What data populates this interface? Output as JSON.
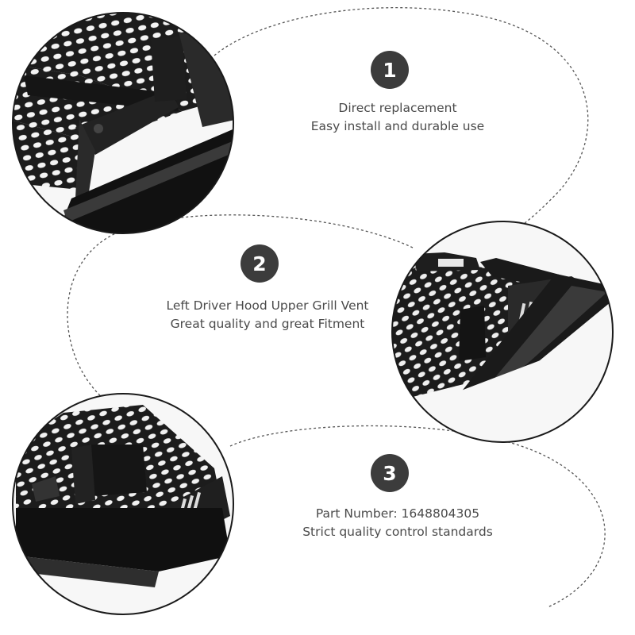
{
  "features": [
    {
      "number": "1",
      "line1": "Direct replacement",
      "line2": "Easy install and durable use"
    },
    {
      "number": "2",
      "line1": "Left Driver Hood Upper Grill Vent",
      "line2": "Great quality and great Fitment"
    },
    {
      "number": "3",
      "line1": "Part Number: 1648804305",
      "line2": "Strict quality control standards"
    }
  ],
  "colors": {
    "badge": "#3c3c3c",
    "text": "#4a4a4a",
    "outline": "#1a1a1a",
    "part_plastic": "#1e1e1e",
    "background": "#ffffff"
  }
}
